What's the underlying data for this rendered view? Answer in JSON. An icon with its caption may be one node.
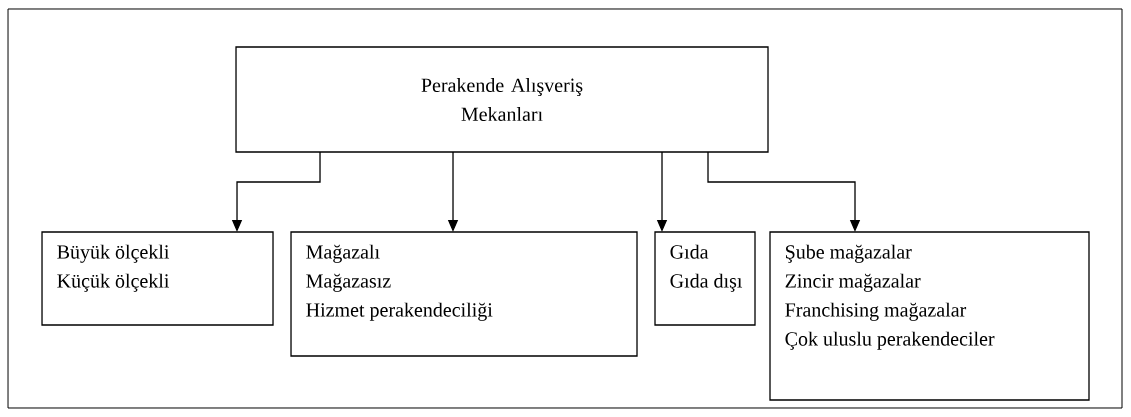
{
  "diagram": {
    "nodes": [
      {
        "text": [
          "Perakende Alışveriş Mekanları"
        ]
      },
      {
        "text": [
          "Büyük ölçekli",
          "Küçük ölçekli"
        ]
      },
      {
        "text": [
          "Mağazalı",
          "Mağazasız",
          "Hizmet perakendeciliği"
        ]
      },
      {
        "text": [
          "Gıda",
          "Gıda dışı"
        ]
      },
      {
        "text": [
          "Şube mağazalar",
          "Zincir mağazalar",
          "Franchising mağazalar",
          "Çok uluslu perakendeciler"
        ]
      }
    ],
    "edges": [
      {
        "from": 0,
        "to": 1,
        "arrow": "to"
      },
      {
        "from": 0,
        "to": 2,
        "arrow": "to"
      },
      {
        "from": 0,
        "to": 3,
        "arrow": "to"
      },
      {
        "from": 0,
        "to": 4,
        "arrow": "to"
      }
    ]
  }
}
